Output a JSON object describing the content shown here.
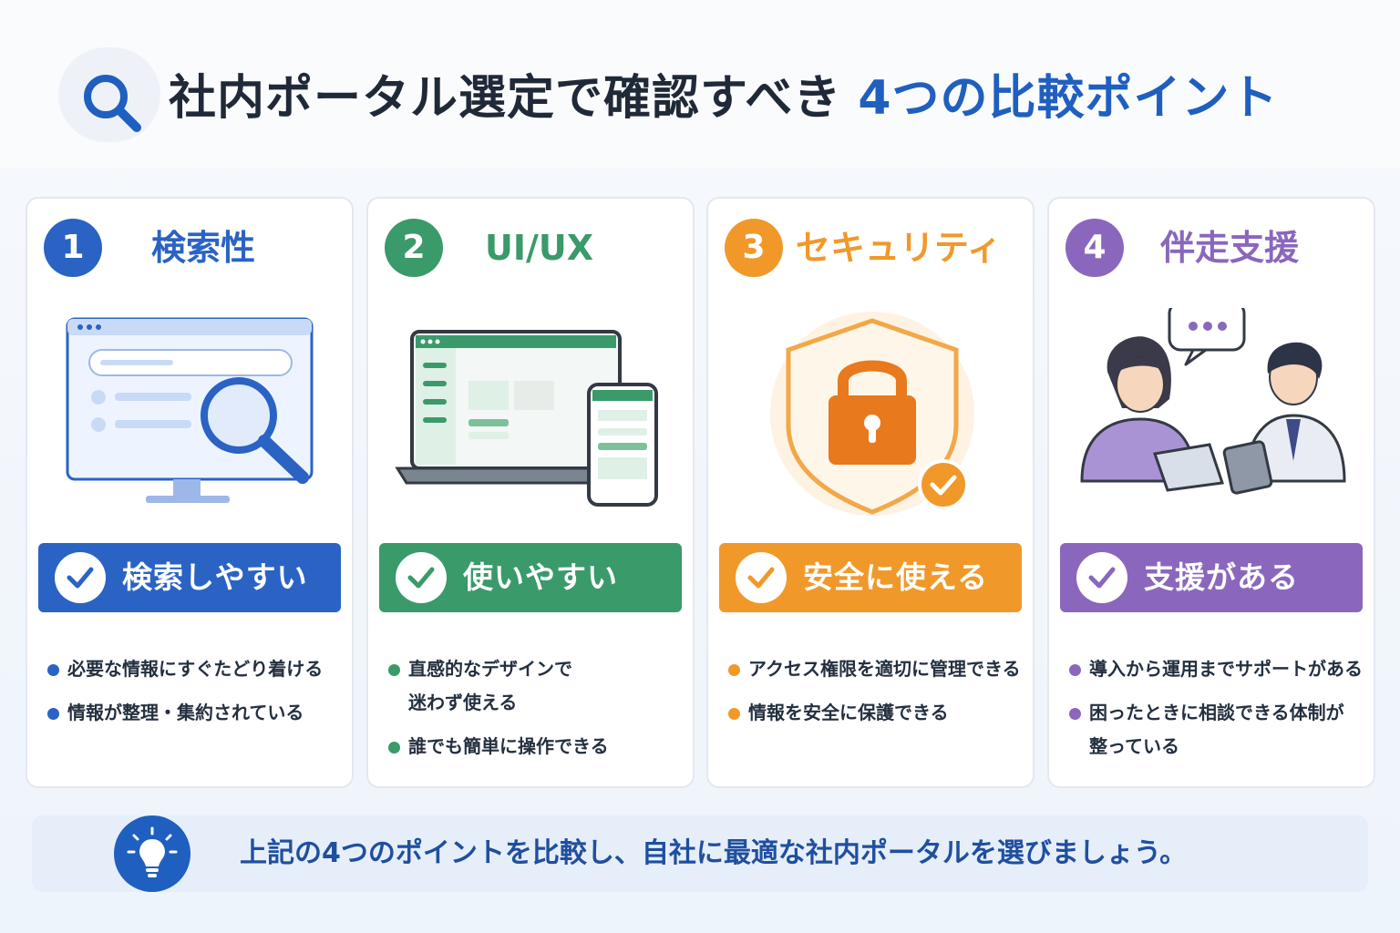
{
  "header": {
    "title_main": "社内ポータル選定で確認すべき",
    "title_accent": "4つの比較ポイント"
  },
  "cards": [
    {
      "number": "1",
      "title": "検索性",
      "pill": "検索しやすい",
      "bullets": [
        "必要な情報にすぐたどり着ける",
        "情報が整理・集約されている"
      ]
    },
    {
      "number": "2",
      "title": "UI/UX",
      "pill": "使いやすい",
      "bullets": [
        "直感的なデザインで\n迷わず使える",
        "誰でも簡単に操作できる"
      ]
    },
    {
      "number": "3",
      "title": "セキュリティ",
      "pill": "安全に使える",
      "bullets": [
        "アクセス権限を適切に管理できる",
        "情報を安全に保護できる"
      ]
    },
    {
      "number": "4",
      "title": "伴走支援",
      "pill": "支援がある",
      "bullets": [
        "導入から運用までサポートがある",
        "困ったときに相談できる体制が\n整っている"
      ]
    }
  ],
  "footer": {
    "text": "上記の4つのポイントを比較し、自社に最適な社内ポータルを選びましょう。"
  },
  "colors": {
    "blue": "#2a63c4",
    "green": "#3a9a6a",
    "orange": "#f0992a",
    "purple": "#8a67bd"
  },
  "icons": {
    "header": "magnifier-icon",
    "card1": "monitor-search-icon",
    "card2": "laptop-phone-icon",
    "card3": "shield-lock-icon",
    "card4": "consultation-people-icon",
    "footer": "lightbulb-icon"
  }
}
